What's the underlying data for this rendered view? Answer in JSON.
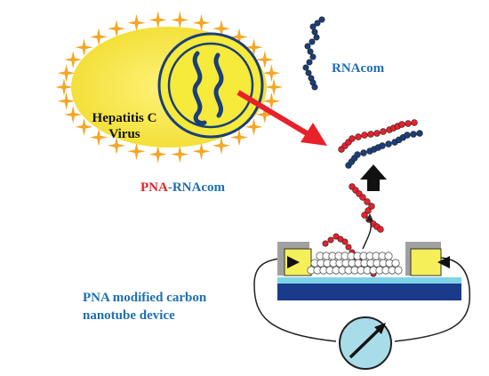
{
  "labels": {
    "virus_line1": "Hepatitis C",
    "virus_line2": "Virus",
    "rnacom": "RNAcom",
    "pna_part": "PNA",
    "dash": "-",
    "rnacom_part": "RNAcom",
    "device_line1": "PNA modified carbon",
    "device_line2": "nanotube device"
  },
  "colors": {
    "pna": "#e8202a",
    "rna": "#1a3f7a",
    "label_blue": "#1f6fb5",
    "virus_yellow": "#f6ea3a",
    "virus_spikes": "#f5a623",
    "meter_fill": "#a8dce8",
    "device_yellow": "#f5ef5a",
    "gate_blue": "#1a3a8a",
    "gate_cyan": "#7fd3e6",
    "electrode_gray": "#a0a0a0"
  },
  "icons": [
    "meter-icon",
    "up-arrow-icon",
    "dna-strand-icon"
  ]
}
